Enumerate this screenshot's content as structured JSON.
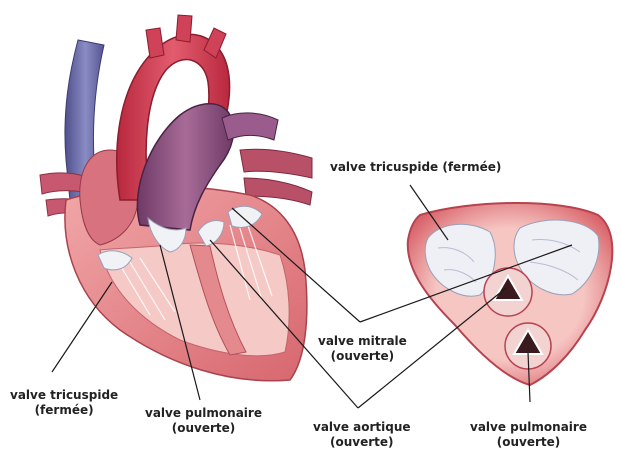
{
  "labels": {
    "tricuspid_left": {
      "line1": "valve tricuspide",
      "line2": "(fermée)"
    },
    "pulmonary_left": {
      "line1": "valve pulmonaire",
      "line2": "(ouverte)"
    },
    "mitral": {
      "line1": "valve mitrale",
      "line2": "(ouverte)"
    },
    "aortic": {
      "line1": "valve aortique",
      "line2": "(ouverte)"
    },
    "tricuspid_right": {
      "line1": "valve tricuspide (fermée)"
    },
    "pulmonary_right": {
      "line1": "valve pulmonaire",
      "line2": "(ouverte)"
    }
  },
  "colors": {
    "myocardium": "#e8858a",
    "aorta": "#d6445a",
    "pulmonary_trunk": "#8b4f7c",
    "vena_cava": "#6f70a8",
    "valve_tissue": "#f1f2f6",
    "leader_line": "#1a1a1a"
  }
}
